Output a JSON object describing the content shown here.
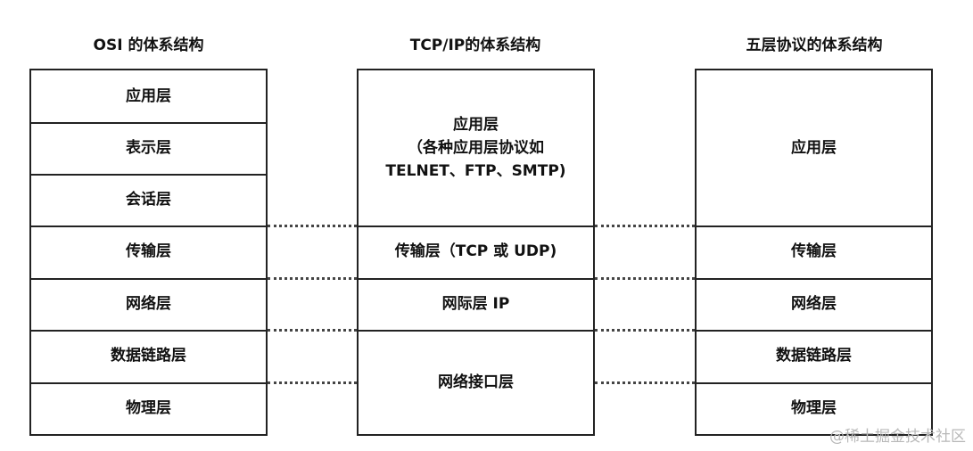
{
  "columns": {
    "osi": {
      "title": "OSI 的体系结构",
      "layers": [
        "应用层",
        "表示层",
        "会话层",
        "传输层",
        "网络层",
        "数据链路层",
        "物理层"
      ]
    },
    "tcpip": {
      "title": "TCP/IP的体系结构",
      "layers": [
        "应用层\n（各种应用层协议如\nTELNET、FTP、SMTP)",
        "传输层（TCP 或 UDP)",
        "网际层 IP",
        "网络接口层"
      ]
    },
    "five": {
      "title": "五层协议的体系结构",
      "layers": [
        "应用层",
        "传输层",
        "网络层",
        "数据链路层",
        "物理层"
      ]
    }
  },
  "watermark": "@稀土掘金技术社区"
}
